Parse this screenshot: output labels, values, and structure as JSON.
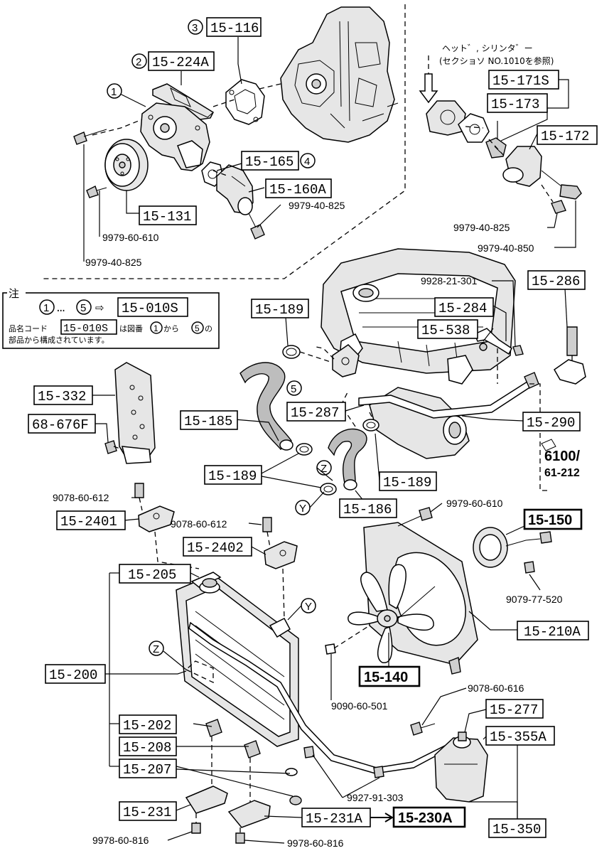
{
  "parts": {
    "p15_116": "15-116",
    "p15_224A": "15-224A",
    "p15_165": "15-165",
    "p15_160A": "15-160A",
    "p15_131": "15-131",
    "p15_171S": "15-171S",
    "p15_173": "15-173",
    "p15_172": "15-172",
    "p15_286": "15-286",
    "p15_189a": "15-189",
    "p15_284": "15-284",
    "p15_538": "15-538",
    "p15_010S": "15-010S",
    "p15_332": "15-332",
    "p68_676F": "68-676F",
    "p15_185": "15-185",
    "p15_287": "15-287",
    "p15_290": "15-290",
    "p15_189b": "15-189",
    "p15_189c": "15-189",
    "p15_186": "15-186",
    "p15_2401": "15-2401",
    "p15_2402": "15-2402",
    "p15_150": "15-150",
    "p15_205": "15-205",
    "p15_210A": "15-210A",
    "p15_200": "15-200",
    "p15_140": "15-140",
    "p15_277": "15-277",
    "p15_202": "15-202",
    "p15_355A": "15-355A",
    "p15_208": "15-208",
    "p15_207": "15-207",
    "p15_231": "15-231",
    "p15_231A": "15-231A",
    "p15_230A": "15-230A",
    "p15_350": "15-350"
  },
  "bolts": {
    "b1": "9979-40-825",
    "b2": "9979-60-610",
    "b3": "9979-40-825",
    "b4": "9979-40-825",
    "b5": "9979-40-850",
    "b6": "9928-21-301",
    "b7": "9078-60-612",
    "b8": "9078-60-612",
    "b9": "9979-60-610",
    "b10": "9079-77-520",
    "b11": "9078-60-616",
    "b12": "9090-60-501",
    "b13": "9927-91-303",
    "b14": "9978-60-816",
    "b15": "9978-60-816"
  },
  "circles": {
    "c1": "1",
    "c2": "2",
    "c3": "3",
    "c4": "4",
    "c5": "5",
    "cZ1": "Z",
    "cY1": "Y",
    "cY2": "Y",
    "cZ2": "Z"
  },
  "ref": {
    "line1": "ヘット゛, シリンタ゛ー",
    "line2": "(セクショソ NO.1010を参照)",
    "page": "6100/",
    "page2": "61-212"
  },
  "note": {
    "title": "注",
    "c_from": "1",
    "dots": "…",
    "c_to": "5",
    "arrow": "⇨",
    "code": "15-010S",
    "line2_a": "品名コード",
    "line2_code": "15-010S",
    "line2_b": "は図番",
    "line2_c1": "1",
    "line2_c": "から",
    "line2_c5": "5",
    "line2_d": "の",
    "line3": "部品から構成されています。"
  }
}
